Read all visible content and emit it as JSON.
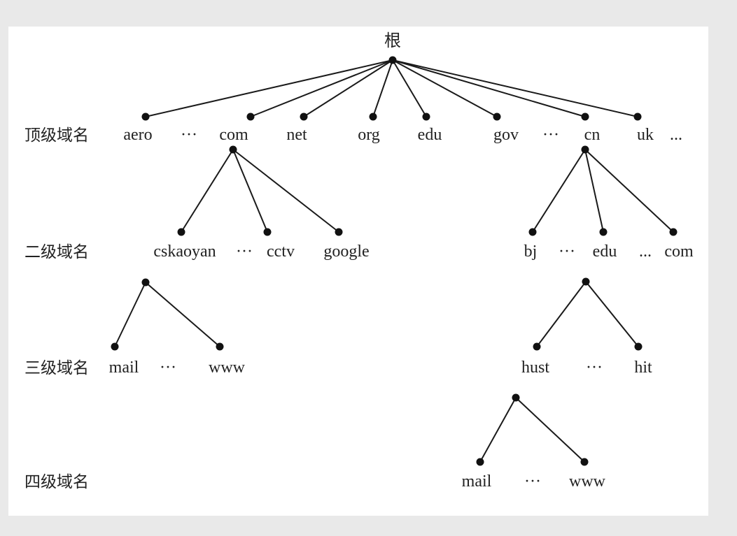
{
  "diagram": {
    "root_label": "根",
    "level_labels": [
      "顶级域名",
      "二级域名",
      "三级域名",
      "四级域名"
    ],
    "top_level": [
      "aero",
      "···",
      "com",
      "net",
      "org",
      "edu",
      "gov",
      "···",
      "cn",
      "uk",
      "..."
    ],
    "com_children": [
      "cskaoyan",
      "···",
      "cctv",
      "google"
    ],
    "cn_children": [
      "bj",
      "···",
      "edu",
      "...",
      "com"
    ],
    "cskaoyan_children": [
      "mail",
      "···",
      "www"
    ],
    "cn_edu_children": [
      "hust",
      "···",
      "hit"
    ],
    "hust_children": [
      "mail",
      "···",
      "www"
    ]
  }
}
